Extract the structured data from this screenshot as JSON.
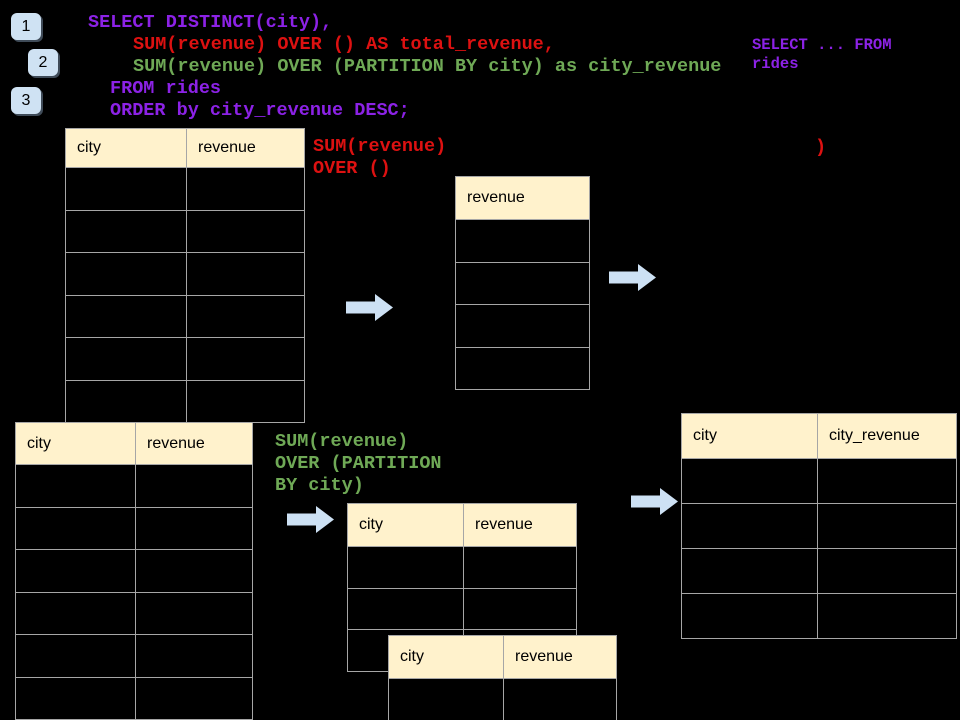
{
  "theme": {
    "bg": "#000000",
    "purple": "#8C22E6",
    "red": "#DD1111",
    "green": "#6FA956",
    "header-fill": "#FFF2CC",
    "line": "#A6A6A6",
    "badge-fill": "#CFE2F3",
    "arrow-fill": "#CDE1F4"
  },
  "steps": [
    {
      "label": "1"
    },
    {
      "label": "2"
    },
    {
      "label": "3"
    }
  ],
  "sql_query": {
    "line1": "SELECT DISTINCT(city),",
    "line2": "SUM(revenue) OVER () AS total_revenue,",
    "line3": "SUM(revenue) OVER (PARTITION BY city) as city_revenue",
    "line4": "FROM rides",
    "line5": "ORDER by city_revenue DESC;"
  },
  "side_note": {
    "line1": "SELECT ... FROM",
    "line2": "rides"
  },
  "stray_mark": ")",
  "annotations": {
    "total_revenue_label": {
      "line1": "SUM(revenue)",
      "line2": "OVER ()"
    },
    "city_revenue_label": {
      "line1": "SUM(revenue)",
      "line2": "OVER (PARTITION",
      "line3": "BY city)"
    }
  },
  "tables": {
    "source_top": {
      "columns": [
        "city",
        "revenue"
      ],
      "empty_row_count": 6
    },
    "total_result": {
      "columns": [
        "revenue"
      ],
      "empty_row_count": 4
    },
    "source_bottom": {
      "columns": [
        "city",
        "revenue"
      ],
      "empty_row_count": 6
    },
    "partition_step": {
      "columns": [
        "city",
        "revenue"
      ],
      "empty_row_count": 3
    },
    "partition_overlay": {
      "columns": [
        "city",
        "revenue"
      ],
      "empty_row_count": 1
    },
    "city_revenue_result": {
      "columns": [
        "city",
        "city_revenue"
      ],
      "empty_row_count": 4
    }
  },
  "icons": {
    "flow_arrow": "right-arrow"
  }
}
